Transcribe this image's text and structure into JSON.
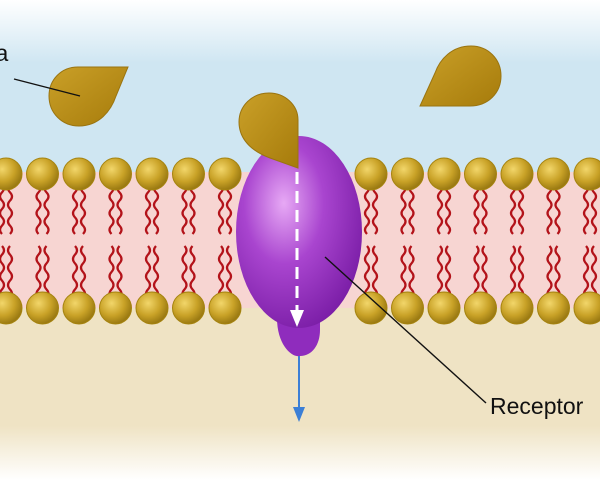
{
  "labels": {
    "ligand_line1": "ka",
    "ligand_line2": "a",
    "receptor": "Receptor"
  },
  "colors": {
    "extracellular": "#cfe6f2",
    "intracellular": "#efe3c4",
    "membrane_core": "#f7d5d2",
    "lipid_head": "#c9a227",
    "lipid_tail": "#b3131a",
    "ligand": "#b88a12",
    "receptor": "#9b35c4",
    "signal_arrow": "#3c7fd6"
  },
  "icons": {
    "ligand": "teardrop-shape",
    "receptor": "ellipse-protein",
    "signal": "arrow-down"
  }
}
